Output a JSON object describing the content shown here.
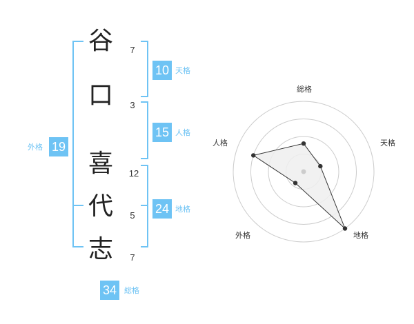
{
  "name": {
    "characters": [
      {
        "char": "谷",
        "strokes": "7"
      },
      {
        "char": "口",
        "strokes": "3"
      },
      {
        "char": "喜",
        "strokes": "12"
      },
      {
        "char": "代",
        "strokes": "5"
      },
      {
        "char": "志",
        "strokes": "7"
      }
    ]
  },
  "kaku": {
    "tenkaku": {
      "value": "10",
      "label": "天格"
    },
    "jinkaku": {
      "value": "15",
      "label": "人格"
    },
    "chikaku": {
      "value": "24",
      "label": "地格"
    },
    "gaikaku": {
      "value": "19",
      "label": "外格"
    },
    "soukaku": {
      "value": "34",
      "label": "総格"
    }
  },
  "colors": {
    "accent": "#6ec3f4",
    "text": "#222222",
    "grid": "#cccccc",
    "polygon_fill": "#efefef"
  },
  "chart_data": {
    "type": "radar",
    "axes": [
      "総格",
      "天格",
      "地格",
      "外格",
      "人格"
    ],
    "values": [
      0.4,
      0.25,
      1.0,
      0.2,
      0.75
    ],
    "range": [
      0,
      1
    ],
    "rings": 4
  }
}
